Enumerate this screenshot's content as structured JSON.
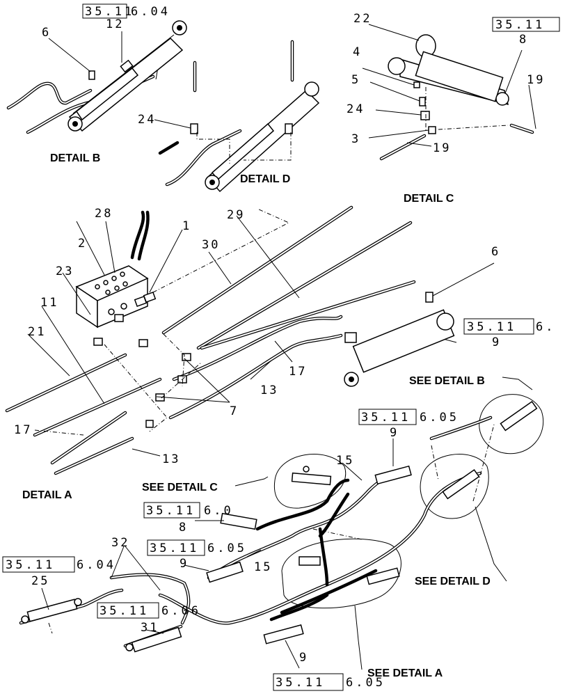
{
  "detail_titles": {
    "a": "DETAIL A",
    "b": "DETAIL B",
    "c": "DETAIL C",
    "d": "DETAIL D"
  },
  "see_details": {
    "a": "SEE DETAIL A",
    "b": "SEE DETAIL B",
    "c": "SEE DETAIL C",
    "d": "SEE DETAIL D"
  },
  "callouts": {
    "n1": "1",
    "n2": "2",
    "n3": "3",
    "n4": "4",
    "n5": "5",
    "n6": "6",
    "n7": "7",
    "n8": "8",
    "n9": "9",
    "n11": "11",
    "n12": "12",
    "n13": "13",
    "n15": "15",
    "n17": "17",
    "n19": "19",
    "n21": "21",
    "n22": "22",
    "n23": "23",
    "n24": "24",
    "n25": "25",
    "n28": "28",
    "n29": "29",
    "n30": "30",
    "n31": "31",
    "n32": "32"
  },
  "refs": {
    "r35_11": "35.11",
    "r6_04": "6.04",
    "r6_05": "6.05",
    "r6_06": "6.06",
    "r6_0": "6.0",
    "r6_dot": "6."
  }
}
